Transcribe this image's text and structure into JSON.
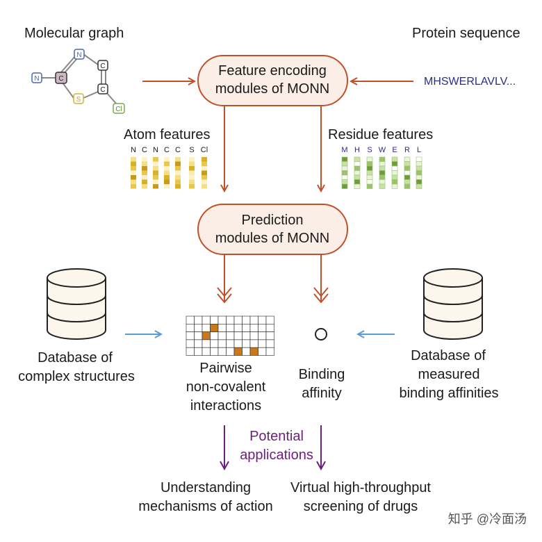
{
  "molecular_graph": {
    "title": "Molecular graph",
    "atoms": [
      "N",
      "C",
      "N",
      "C",
      "C",
      "S",
      "Cl"
    ]
  },
  "protein": {
    "title": "Protein sequence",
    "sequence": "MHSWERLAVLV..."
  },
  "feature_encoding": {
    "line1": "Feature encoding",
    "line2": "modules of MONN"
  },
  "atom_features": {
    "title": "Atom features",
    "labels": [
      "N",
      "C",
      "N",
      "C",
      "C",
      "S",
      "Cl"
    ]
  },
  "residue_features": {
    "title": "Residue features",
    "labels": [
      "M",
      "H",
      "S",
      "W",
      "E",
      "R",
      "L"
    ]
  },
  "prediction": {
    "line1": "Prediction",
    "line2": "modules of MONN"
  },
  "db_complex": {
    "line1": "Database of",
    "line2": "complex structures"
  },
  "db_affinity": {
    "line1": "Database of",
    "line2": "measured",
    "line3": "binding affinities"
  },
  "pairwise": {
    "line1": "Pairwise",
    "line2": "non-covalent",
    "line3": "interactions"
  },
  "binding": {
    "line1": "Binding",
    "line2": "affinity"
  },
  "applications": {
    "line1": "Potential",
    "line2": "applications"
  },
  "understanding": {
    "line1": "Understanding",
    "line2": "mechanisms of action"
  },
  "screening": {
    "line1": "Virtual high-throughput",
    "line2": "screening of drugs"
  },
  "watermark": "知乎 @冷面汤",
  "colors": {
    "arrow_red": "#c0502a",
    "box_fill": "#fbeee6",
    "arrow_blue": "#5b9bd5",
    "purple": "#6b1f7a",
    "seq_blue": "#2a2a8c",
    "highlight": "#c9791b"
  }
}
